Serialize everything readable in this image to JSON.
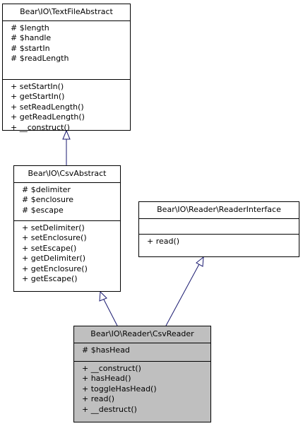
{
  "classes": {
    "text_file_abstract": {
      "name": "Bear\\IO\\TextFileAbstract",
      "attributes": [
        "# $length",
        "# $handle",
        "# $startIn",
        "# $readLength"
      ],
      "operations": [
        "+ setStartIn()",
        "+ getStartIn()",
        "+ setReadLength()",
        "+ getReadLength()",
        "+ __construct()"
      ]
    },
    "csv_abstract": {
      "name": "Bear\\IO\\CsvAbstract",
      "attributes": [
        "# $delimiter",
        "# $enclosure",
        "# $escape"
      ],
      "operations": [
        "+ setDelimiter()",
        "+ setEnclosure()",
        "+ setEscape()",
        "+ getDelimiter()",
        "+ getEnclosure()",
        "+ getEscape()"
      ]
    },
    "reader_interface": {
      "name": "Bear\\IO\\Reader\\ReaderInterface",
      "attributes": [],
      "operations": [
        "+ read()"
      ]
    },
    "csv_reader": {
      "name": "Bear\\IO\\Reader\\CsvReader",
      "attributes": [
        "# $hasHead"
      ],
      "operations": [
        "+ __construct()",
        "+ hasHead()",
        "+ toggleHasHead()",
        "+ read()",
        "+ __destruct()"
      ]
    }
  },
  "colors": {
    "edge": "#191970",
    "highlight": "#bfbfbf",
    "border": "#000000"
  }
}
